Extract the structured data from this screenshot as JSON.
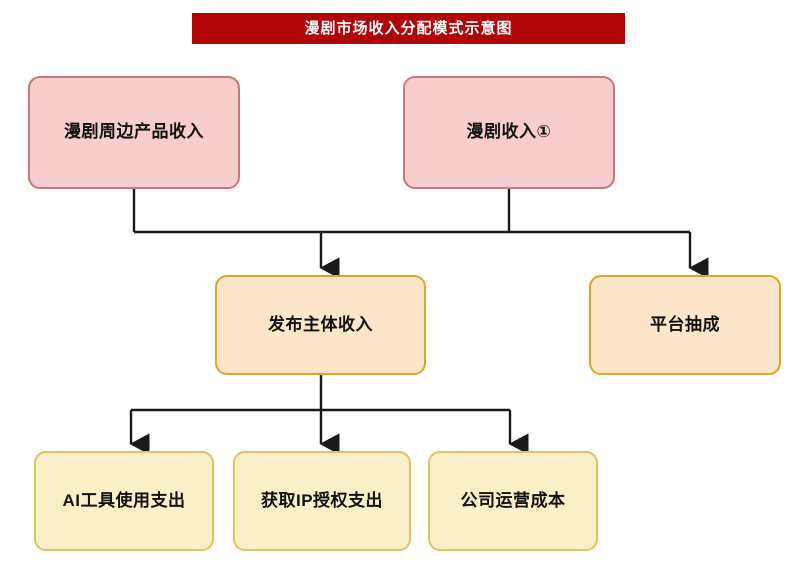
{
  "title": {
    "text": "漫剧市场收入分配模式示意图",
    "banner_color": "#b00408",
    "text_color": "#ffffff"
  },
  "palette": {
    "pink_fill": "#f7cdcd",
    "pink_border": "#c9767a",
    "orange_fill": "#fce5c9",
    "orange_border": "#e0a526",
    "cream_fill": "#faf0c8",
    "cream_border": "#ddc566",
    "connector_color": "#1a1a1a",
    "background": "#ffffff"
  },
  "diagram": {
    "type": "flowchart",
    "direction": "top-down",
    "nodes": [
      {
        "id": "merch",
        "label": "漫剧周边产品收入",
        "tier": 1,
        "style": "pink"
      },
      {
        "id": "revenue",
        "label": "漫剧收入①",
        "tier": 1,
        "style": "pink"
      },
      {
        "id": "publisher",
        "label": "发布主体收入",
        "tier": 2,
        "style": "orange"
      },
      {
        "id": "platform",
        "label": "平台抽成",
        "tier": 2,
        "style": "orange"
      },
      {
        "id": "ai_cost",
        "label": "AI工具使用支出",
        "tier": 3,
        "style": "cream"
      },
      {
        "id": "ip_cost",
        "label": "获取IP授权支出",
        "tier": 3,
        "style": "cream"
      },
      {
        "id": "ops_cost",
        "label": "公司运营成本",
        "tier": 3,
        "style": "cream"
      }
    ],
    "edges": [
      {
        "from": "merch",
        "to": "publisher"
      },
      {
        "from": "merch",
        "to": "platform"
      },
      {
        "from": "revenue",
        "to": "publisher"
      },
      {
        "from": "revenue",
        "to": "platform"
      },
      {
        "from": "publisher",
        "to": "ai_cost"
      },
      {
        "from": "publisher",
        "to": "ip_cost"
      },
      {
        "from": "publisher",
        "to": "ops_cost"
      }
    ]
  }
}
